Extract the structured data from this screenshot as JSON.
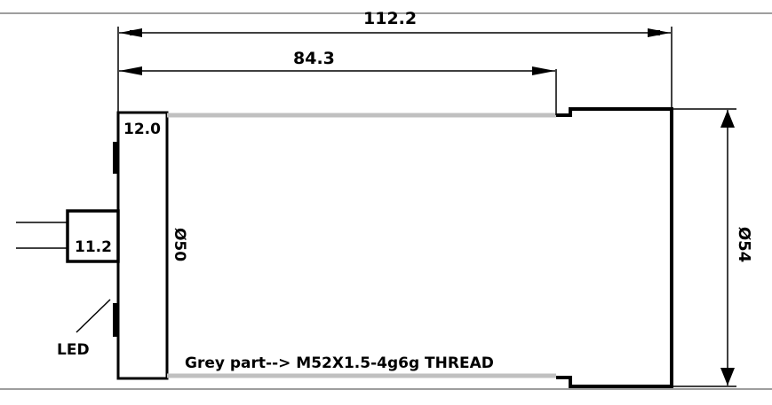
{
  "dimensions": {
    "overall_length": "112.2",
    "thread_length": "84.3",
    "flange_thickness": "12.0",
    "cable_gland_length": "11.2",
    "thread_diameter": "Ø50",
    "body_diameter": "Ø54"
  },
  "labels": {
    "led": "LED",
    "thread_note": "Grey part--> M52X1.5-4g6g  THREAD"
  },
  "colors": {
    "line": "#000000",
    "thread": "#c0c0c0",
    "frame": "#7f7f7f",
    "background": "#ffffff"
  }
}
